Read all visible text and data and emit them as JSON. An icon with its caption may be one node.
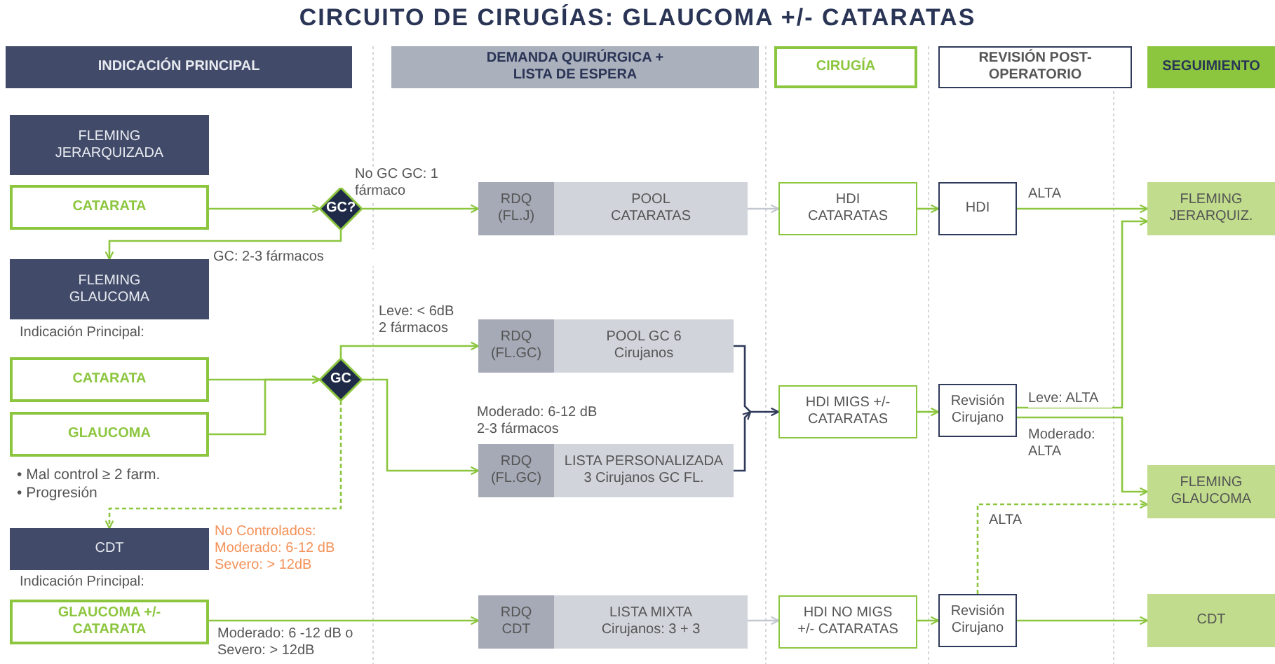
{
  "diagram": {
    "title": "CIRCUITO DE CIRUGÍAS: GLAUCOMA +/- CATARATAS",
    "nodes": [
      {
        "text": [
          "INDICACIÓN PRINCIPAL"
        ]
      },
      {
        "text": [
          "DEMANDA QUIRÚRGICA + LISTA DE ESPERA"
        ]
      },
      {
        "text": [
          "CIRUGÍA"
        ]
      },
      {
        "text": [
          "REVISIÓN POST-OPERATORIO"
        ]
      },
      {
        "text": [
          "SEGUIMIENTO"
        ]
      },
      {
        "text": [
          "FLEMING JERARQUIZADA"
        ]
      },
      {
        "text": [
          "CATARATA"
        ]
      },
      {
        "text": [
          "GC?"
        ]
      },
      {
        "text": [
          "FLEMING GLAUCOMA"
        ]
      },
      {
        "text": [
          "CATARATA"
        ]
      },
      {
        "text": [
          "GLAUCOMA"
        ]
      },
      {
        "text": [
          "GC"
        ]
      },
      {
        "text": [
          "CDT"
        ],
        "beside": [
          "No Controlados: Moderado: 6-12 dB Severo: > 12dB"
        ]
      },
      {
        "text": [
          "GLAUCOMA +/- CATARATA"
        ]
      },
      {
        "text": [
          "RDQ (FL.J)",
          "POOL CATARATAS"
        ]
      },
      {
        "text": [
          "RDQ (FL.GC)",
          "POOL GC 6 Cirujanos"
        ]
      },
      {
        "text": [
          "RDQ (FL.GC)",
          "LISTA PERSONALIZADA 3 Cirujanos GC FL."
        ]
      },
      {
        "text": [
          "RDQ CDT",
          "LISTA MIXTA Cirujanos: 3 + 3"
        ]
      },
      {
        "text": [
          "HDI CATARATAS"
        ]
      },
      {
        "text": [
          "HDI MIGS +/- CATARATAS"
        ]
      },
      {
        "text": [
          "HDI NO MIGS +/- CATARATAS"
        ]
      },
      {
        "text": [
          "HDI"
        ]
      },
      {
        "text": [
          "Revisión Cirujano"
        ]
      },
      {
        "text": [
          "Revisión Cirujano"
        ]
      },
      {
        "text": [
          "FLEMING JERARQUIZ."
        ]
      },
      {
        "text": [
          "FLEMING GLAUCOMA"
        ]
      },
      {
        "text": [
          "CDT"
        ]
      }
    ],
    "edges": [
      {
        "from": 6,
        "to": 7,
        "arrow": "to"
      },
      {
        "from": 7,
        "to": 14,
        "arrow": "to",
        "label": "No GC GC: 1 fármaco"
      },
      {
        "from": 7,
        "to": 8,
        "arrow": "to",
        "label": "GC: 2-3 fármacos"
      },
      {
        "from": 9,
        "to": 11,
        "arrow": "to"
      },
      {
        "from": 10,
        "to": 11,
        "arrow": "to"
      },
      {
        "from": 11,
        "to": 15,
        "arrow": "to",
        "label": "Leve: < 6dB 2 fármacos"
      },
      {
        "from": 11,
        "to": 16,
        "arrow": "to",
        "label": "Moderado: 6-12 dB 2-3 fármacos"
      },
      {
        "from": 11,
        "to": 12,
        "arrow": "to",
        "style": "dashed"
      },
      {
        "from": 13,
        "to": 17,
        "arrow": "to",
        "label": "Moderado: 6 -12 dB o Severo: > 12dB"
      },
      {
        "from": 14,
        "to": 18,
        "arrow": "to",
        "color": "#c3c7d0"
      },
      {
        "from": 15,
        "to": 19,
        "arrow": "to",
        "color": "#2f3a5a"
      },
      {
        "from": 16,
        "to": 19,
        "arrow": "to",
        "color": "#2f3a5a"
      },
      {
        "from": 17,
        "to": 20,
        "arrow": "to",
        "color": "#c3c7d0"
      },
      {
        "from": 18,
        "to": 21,
        "arrow": "to"
      },
      {
        "from": 19,
        "to": 22,
        "arrow": "to"
      },
      {
        "from": 20,
        "to": 23,
        "arrow": "to"
      },
      {
        "from": 21,
        "to": 24,
        "arrow": "to",
        "label": "ALTA"
      },
      {
        "from": 22,
        "to": 24,
        "arrow": "to",
        "label": "Leve: ALTA"
      },
      {
        "from": 22,
        "to": 25,
        "arrow": "to",
        "label": "Moderado: ALTA"
      },
      {
        "from": 23,
        "to": 25,
        "arrow": "to",
        "style": "dashed",
        "label": "ALTA"
      },
      {
        "from": 23,
        "to": 26,
        "arrow": "to"
      }
    ],
    "labels": [
      "Indicación Principal:",
      "• Mal control ≥ 2 farm.",
      "• Progresión",
      "Indicación Principal:"
    ]
  }
}
